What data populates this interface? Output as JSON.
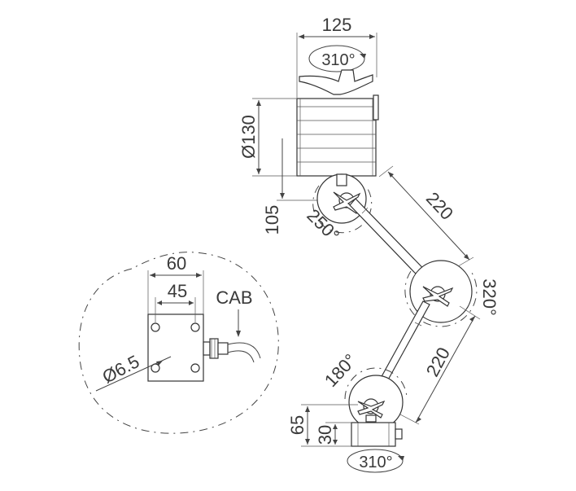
{
  "dimensions": {
    "top_width": "125",
    "top_rotation": "310°",
    "lamp_diameter": "Ø130",
    "upper_offset": "105",
    "upper_joint_angle": "250°",
    "upper_arm_length": "220",
    "middle_joint_angle": "320°",
    "lower_arm_length": "220",
    "lower_joint_angle": "180°",
    "base_height": "65",
    "base_plate_height": "30",
    "base_rotation": "310°"
  },
  "detail": {
    "plate_width": "60",
    "hole_spacing": "45",
    "cable_label": "CAB",
    "hole_diameter": "Ø6.5"
  }
}
